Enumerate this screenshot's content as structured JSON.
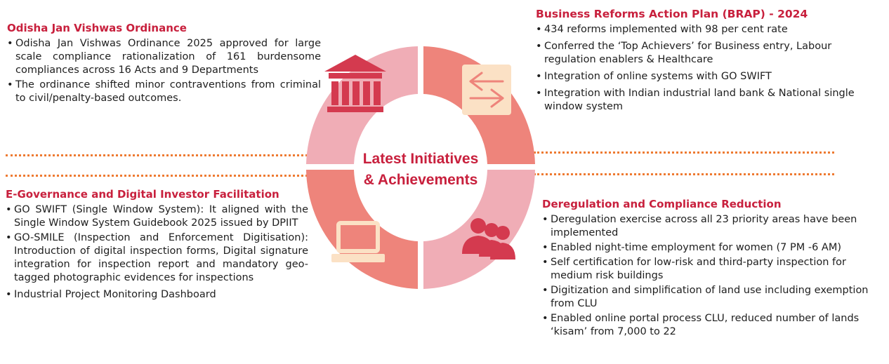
{
  "colors": {
    "heading": "#c8203d",
    "dots": "#ee7a31",
    "segment_dark": "#ee847b",
    "segment_light": "#f0adb6",
    "center_text": "#c8203d",
    "icon_red": "#d43a4f",
    "icon_cream": "#fbe1c5",
    "icon_stroke": "#ee847b"
  },
  "center": {
    "line1": "Latest Initiatives",
    "line2": "& Achievements"
  },
  "ordinance": {
    "title": "Odisha Jan Vishwas Ordinance",
    "items": [
      "Odisha Jan Vishwas Ordinance 2025 approved for large scale compliance rationalization of 161 burdensome compliances across 16 Acts and 9 Departments",
      "The ordinance shifted minor contraventions from criminal to civil/penalty-based outcomes."
    ]
  },
  "brap": {
    "title": "Business Reforms Action Plan (BRAP) - 2024",
    "items": [
      "434 reforms implemented with 98 per cent rate",
      "Conferred the ‘Top Achievers’  for Business entry, Labour regulation enablers & Healthcare",
      "Integration of online systems with GO SWIFT",
      "Integration with Indian industrial land bank & National single window system"
    ]
  },
  "egov": {
    "title": "E-Governance and Digital Investor Facilitation",
    "items": [
      "GO SWIFT (Single Window System): It aligned with the Single Window System Guidebook 2025 issued by DPIIT",
      "GO-SMILE (Inspection and Enforcement Digitisation): Introduction of digital inspection forms, Digital signature integration for inspection report and mandatory geo-tagged photographic evidences for inspections",
      "Industrial Project Monitoring Dashboard"
    ]
  },
  "dereg": {
    "title": "Deregulation and Compliance Reduction",
    "items": [
      "Deregulation exercise across all 23 priority areas have been implemented",
      "Enabled night-time employment for women (7 PM -6 AM)",
      "Self certification for low-risk and third-party inspection for medium risk buildings",
      "Digitization and simplification of land use including exemption from CLU",
      "Enabled online portal process CLU, reduced number of lands ‘kisam’ from 7,000 to 22"
    ]
  },
  "icons": {
    "top_left": "government-building-icon",
    "top_right": "exchange-arrows-icon",
    "bottom_left": "laptop-icon",
    "bottom_right": "people-group-icon"
  }
}
